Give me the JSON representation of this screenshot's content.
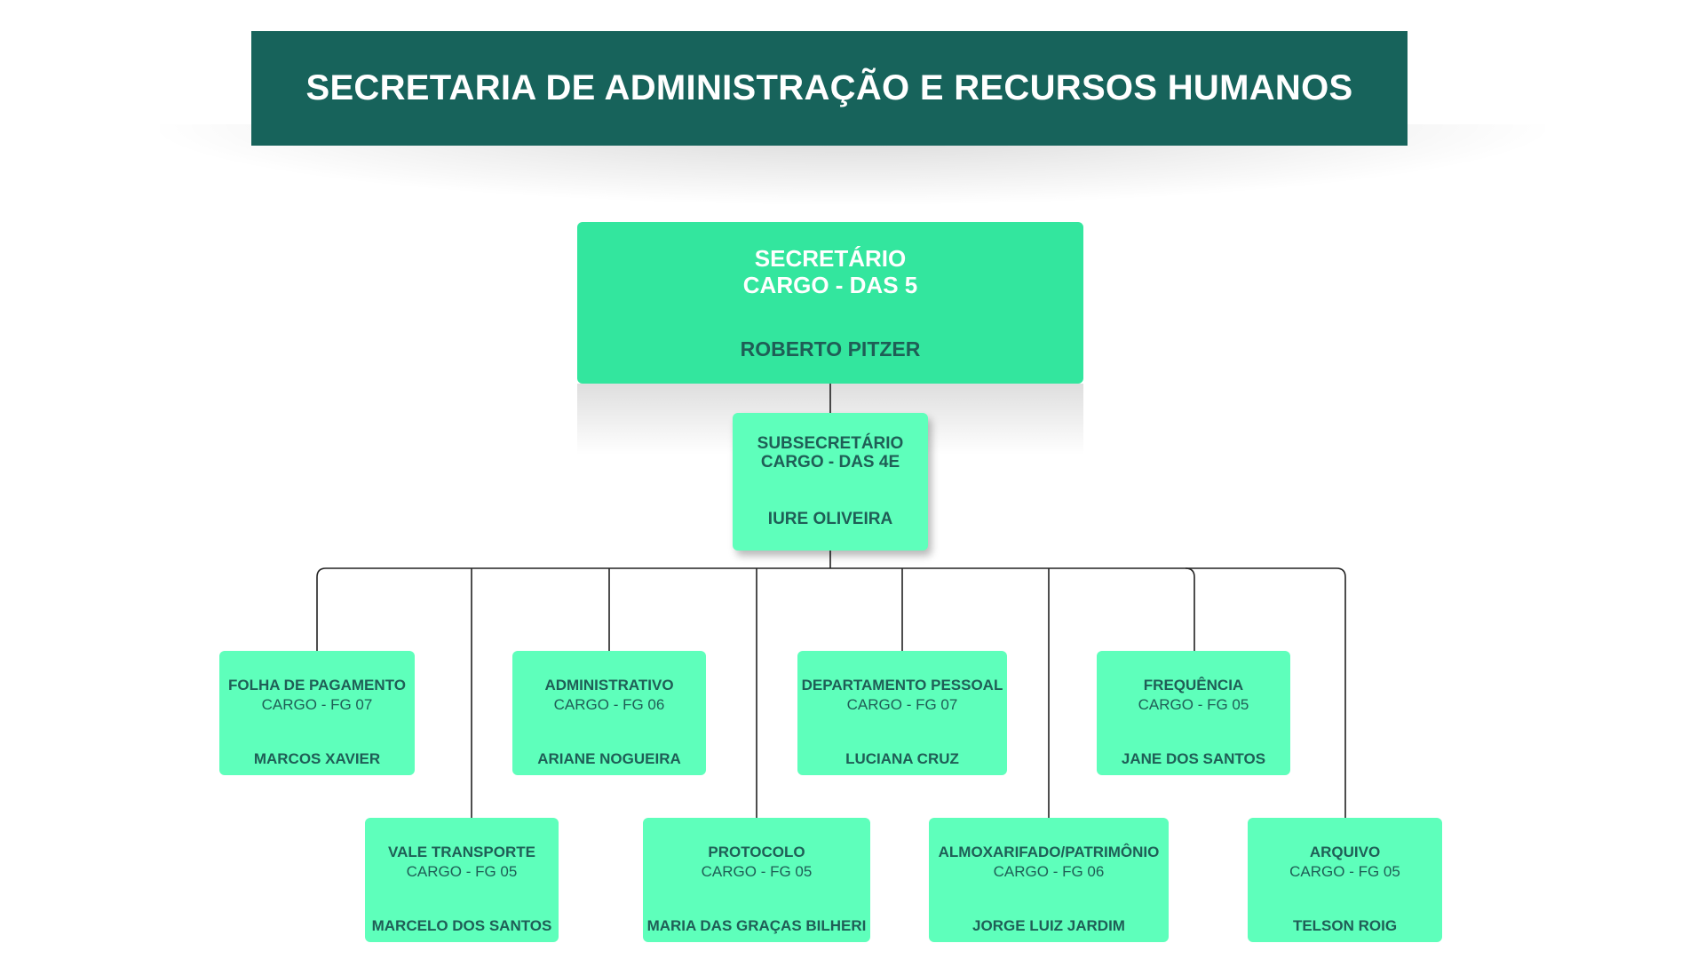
{
  "colors": {
    "title_bg": "#17635b",
    "root_bg": "#33e69e",
    "node_bg": "#5effbb",
    "text_dark": "#1f5e56",
    "connector": "#222222"
  },
  "title": "SECRETARIA DE ADMINISTRAÇÃO E RECURSOS HUMANOS",
  "root": {
    "role": "SECRETÁRIO",
    "grade": "CARGO - DAS 5",
    "name": "ROBERTO PITZER"
  },
  "sub": {
    "role": "SUBSECRETÁRIO",
    "grade": "CARGO - DAS 4E",
    "name": "IURE OLIVEIRA"
  },
  "departments": [
    {
      "role": "FOLHA DE PAGAMENTO",
      "grade": "CARGO - FG 07",
      "name": "MARCOS XAVIER"
    },
    {
      "role": "VALE TRANSPORTE",
      "grade": "CARGO - FG 05",
      "name": "MARCELO DOS SANTOS"
    },
    {
      "role": "ADMINISTRATIVO",
      "grade": "CARGO - FG 06",
      "name": "ARIANE NOGUEIRA"
    },
    {
      "role": "PROTOCOLO",
      "grade": "CARGO - FG 05",
      "name": "MARIA DAS GRAÇAS BILHERI"
    },
    {
      "role": "DEPARTAMENTO PESSOAL",
      "grade": "CARGO - FG 07",
      "name": "LUCIANA CRUZ"
    },
    {
      "role": "ALMOXARIFADO/PATRIMÔNIO",
      "grade": "CARGO - FG 06",
      "name": "JORGE LUIZ JARDIM"
    },
    {
      "role": "FREQUÊNCIA",
      "grade": "CARGO - FG 05",
      "name": "JANE DOS SANTOS"
    },
    {
      "role": "ARQUIVO",
      "grade": "CARGO - FG 05",
      "name": "TELSON ROIG"
    }
  ]
}
